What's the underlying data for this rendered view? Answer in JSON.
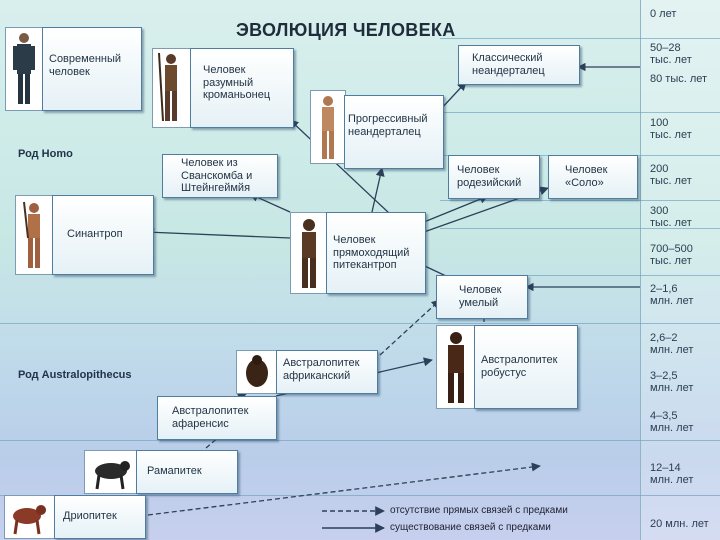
{
  "title": "ЭВОЛЮЦИЯ ЧЕЛОВЕКА",
  "genus_labels": {
    "homo": "Род Homo",
    "australopithecus": "Род Australopithecus"
  },
  "timeline": [
    {
      "id": "t0",
      "line1": "0 лет",
      "line2": ""
    },
    {
      "id": "t1",
      "line1": "50–28",
      "line2": "тыс. лет"
    },
    {
      "id": "t2",
      "line1": "80 тыс. лет",
      "line2": ""
    },
    {
      "id": "t3",
      "line1": "100",
      "line2": "тыс. лет"
    },
    {
      "id": "t4",
      "line1": "200",
      "line2": "тыс. лет"
    },
    {
      "id": "t5",
      "line1": "300",
      "line2": "тыс. лет"
    },
    {
      "id": "t6",
      "line1": "700–500",
      "line2": "тыс. лет"
    },
    {
      "id": "t7",
      "line1": "2–1,6",
      "line2": "млн. лет"
    },
    {
      "id": "t8",
      "line1": "2,6–2",
      "line2": "млн. лет"
    },
    {
      "id": "t9",
      "line1": "3–2,5",
      "line2": "млн. лет"
    },
    {
      "id": "t10",
      "line1": "4–3,5",
      "line2": "млн. лет"
    },
    {
      "id": "t11",
      "line1": "12–14",
      "line2": "млн. лет"
    },
    {
      "id": "t12",
      "line1": "20 млн. лет",
      "line2": ""
    }
  ],
  "species": {
    "modern": {
      "line1": "Современный",
      "line2": "человек",
      "line3": ""
    },
    "cromagnon": {
      "line1": "Человек",
      "line2": "разумный",
      "line3": "кроманьонец"
    },
    "classic_neanderthal": {
      "line1": "Классический",
      "line2": "неандерталец",
      "line3": ""
    },
    "progressive_neanderthal": {
      "line1": "Прогрессивный",
      "line2": "неандерталец",
      "line3": ""
    },
    "swanscombe": {
      "line1": "Человек из",
      "line2": "Сванскомба и",
      "line3": "Штейнгеймйя"
    },
    "rhodesian": {
      "line1": "Человек",
      "line2": "родезийский",
      "line3": ""
    },
    "solo": {
      "line1": "Человек",
      "line2": "«Соло»",
      "line3": ""
    },
    "sinanthropus": {
      "line1": "Синантроп",
      "line2": "",
      "line3": ""
    },
    "pithecanthropus": {
      "line1": "Человек",
      "line2": "прямоходящий",
      "line3": "питекантроп"
    },
    "habilis": {
      "line1": "Человек",
      "line2": "умелый",
      "line3": ""
    },
    "africanus": {
      "line1": "Австралопитек",
      "line2": "африканский",
      "line3": ""
    },
    "robustus": {
      "line1": "Австралопитек",
      "line2": "робустус",
      "line3": ""
    },
    "afarensis": {
      "line1": "Австралопитек",
      "line2": "афаренсис",
      "line3": ""
    },
    "ramapithecus": {
      "line1": "Рамапитек",
      "line2": "",
      "line3": ""
    },
    "dryopithecus": {
      "line1": "Дриопитек",
      "line2": "",
      "line3": ""
    }
  },
  "legend": {
    "dashed": "отсутствие прямых связей с предками",
    "solid": "существование связей с предками"
  },
  "colors": {
    "box_border": "#4f7da0",
    "arrow": "#2c4058",
    "time_line": "#6f9fbf"
  }
}
